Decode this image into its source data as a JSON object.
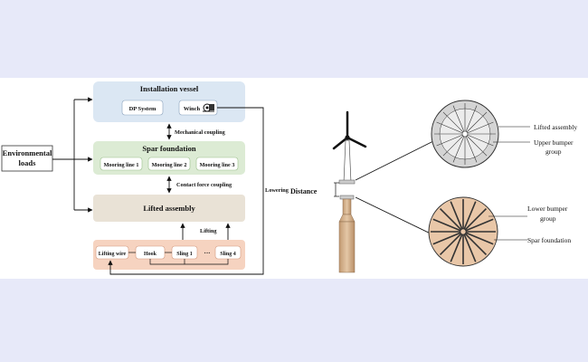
{
  "flowchart": {
    "environmental_loads": [
      "Environmental",
      "loads"
    ],
    "installation_vessel": {
      "title": "Installation vessel",
      "dp_system": "DP System",
      "winch": "Winch"
    },
    "mechanical_coupling": "Mechanical coupling",
    "spar_foundation": {
      "title": "Spar foundation",
      "mooring_lines": [
        "Mooring line 1",
        "Mooring line 2",
        "Mooring line 3"
      ]
    },
    "contact_force_coupling": "Contact force coupling",
    "lifted_assembly": {
      "title": "Lifted assembly"
    },
    "lifting": "Lifting",
    "rigging": {
      "lifting_wire": "Lifting wire",
      "hook": "Hook",
      "sling_1": "Sling 1",
      "ellipsis": "···",
      "sling_4": "Sling 4"
    },
    "lowering": "Lowering"
  },
  "illustration": {
    "distance_label": "Distance",
    "lifted_assembly_label": "Lifted assembly",
    "upper_bumper_label": [
      "Upper bumper",
      "group"
    ],
    "lower_bumper_label": [
      "Lower bumper",
      "group"
    ],
    "spar_foundation_label": "Spar foundation"
  },
  "colors": {
    "vessel_fill": "#dbe7f3",
    "spar_fill": "#dcebd4",
    "lifted_fill": "#e9e2d6",
    "rigging_fill": "#f6d3c0",
    "upper_disk": "#d4d4d4",
    "lower_disk": "#e9c7a8",
    "spar_body": "#dbb894"
  }
}
